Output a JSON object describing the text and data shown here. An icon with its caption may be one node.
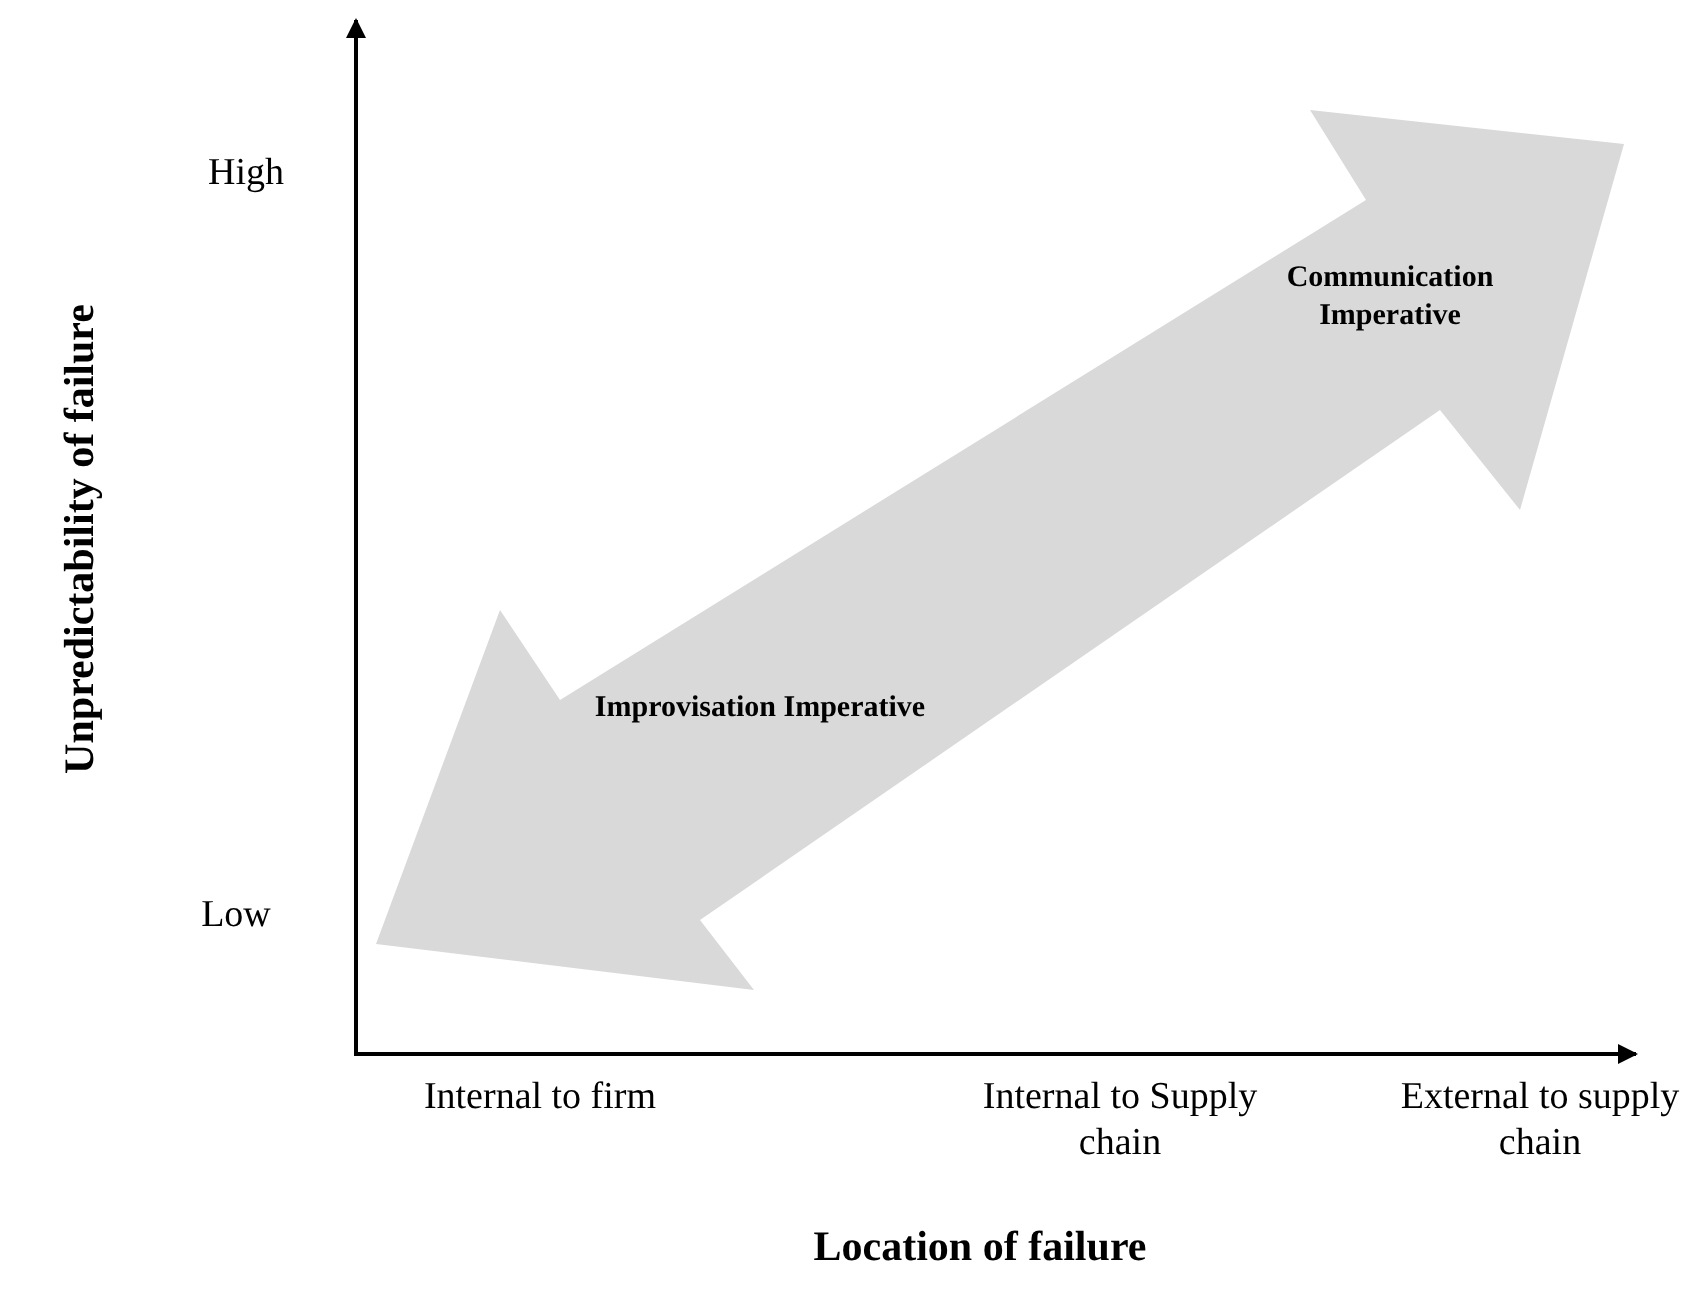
{
  "diagram": {
    "nodes": [
      {
        "text": [
          "Communication Imperative",
          "Improvisation Imperative"
        ]
      }
    ],
    "edges": [],
    "labels": [
      "High",
      "Low",
      "Unpredictability of failure",
      "Internal to firm",
      "Internal to Supply chain",
      "External to supply chain",
      "Location of failure"
    ]
  }
}
